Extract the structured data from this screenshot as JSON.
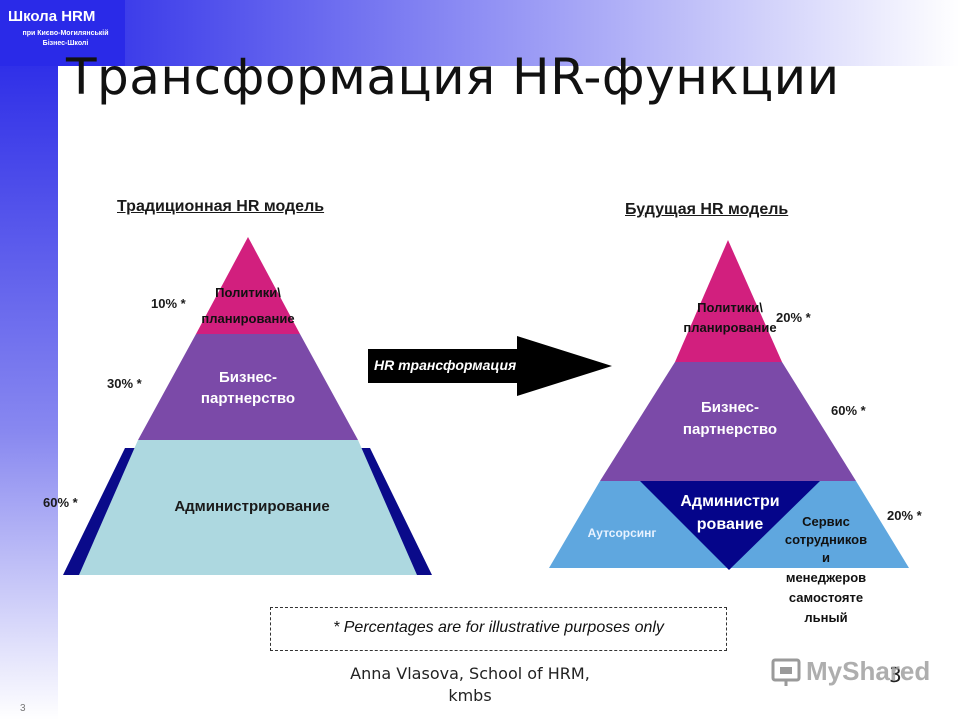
{
  "header": {
    "logo_title": "Школа HRM",
    "logo_subtitle_1": "при Києво-Могилянській",
    "logo_subtitle_2": "Бізнес-Школі"
  },
  "slide": {
    "title": "Трансформация HR-функции",
    "note": "* Percentages are for illustrative purposes only",
    "footer_line1": "Anna Vlasova, School of HRM,",
    "footer_line2": "kmbs",
    "page_number": "3",
    "corner_number": "3",
    "watermark": "MyShared"
  },
  "traditional": {
    "heading": "Традиционная HR модель",
    "top_label_1": "Политики\\",
    "top_label_2": "планирование",
    "mid_label_1": "Бизнес-",
    "mid_label_2": "партнерство",
    "bottom_label": "Администрирование",
    "pct_top": "10% *",
    "pct_mid": "30% *",
    "pct_bottom": "60% *"
  },
  "arrow": {
    "label": "HR трансформация"
  },
  "future": {
    "heading": "Будущая HR модель",
    "top_label_1": "Политики\\",
    "top_label_2": "планирование",
    "mid_label_1": "Бизнес-",
    "mid_label_2": "партнерство",
    "admin_1": "Администри",
    "admin_2": "рование",
    "outsourcing": "Аутсорсинг",
    "service_1": "Сервис",
    "service_2": "сотрудников",
    "service_3": "и",
    "service_4": "менеджеров",
    "service_5": "самостояте",
    "service_6": "льный",
    "pct_top": "20% *",
    "pct_mid": "60% *",
    "pct_bottom": "20% *"
  },
  "colors": {
    "magenta": "#d21f7e",
    "purple": "#7b4aa8",
    "light_blue": "#add8e0",
    "navy": "#0a0a8a",
    "sky": "#5fa7df",
    "dark_blue": "#05058a"
  }
}
